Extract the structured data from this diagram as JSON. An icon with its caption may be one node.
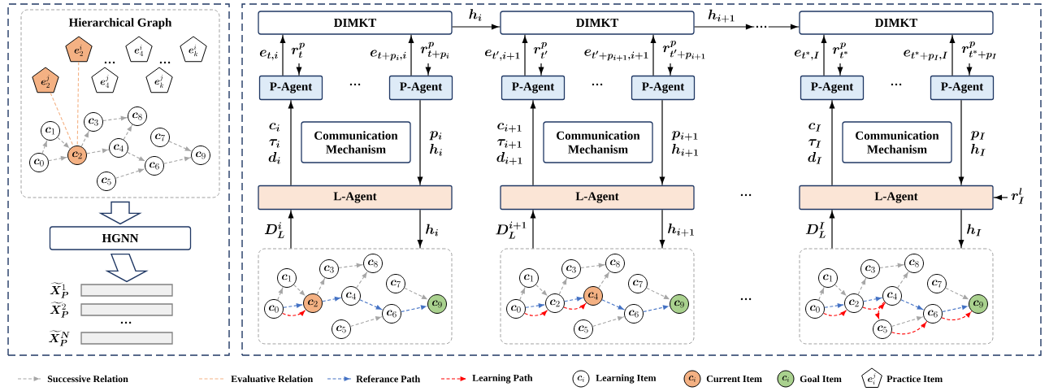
{
  "diagram": {
    "nodes": [
      {
        "text": [],
        "shape": "box"
      },
      {
        "text": [
          "Hierarchical Graph"
        ],
        "in": 0
      },
      {
        "text": [
          "\\bm{e}_{2}^{i}"
        ],
        "in": 1
      },
      {
        "text": [
          "\\bm{e}_{4}^{i}"
        ],
        "in": 1
      },
      {
        "text": [
          "\\bm{e}_{k}^{i}"
        ],
        "in": 1
      },
      {
        "text": [
          "\\bm{e}_{2}^{j}"
        ],
        "in": 1
      },
      {
        "text": [
          "\\bm{e}_{4}^{j}"
        ],
        "in": 1
      },
      {
        "text": [
          "\\bm{e}_{k}^{j}"
        ],
        "in": 1
      },
      {
        "text": [
          "\\bm{c}_{0}"
        ],
        "in": 1
      },
      {
        "text": [
          "\\bm{c}_{1}"
        ],
        "in": 1
      },
      {
        "text": [
          "\\bm{c}_{2}"
        ],
        "in": 1
      },
      {
        "text": [
          "\\bm{c}_{3}"
        ],
        "in": 1
      },
      {
        "text": [
          "\\bm{c}_{4}"
        ],
        "in": 1
      },
      {
        "text": [
          "\\bm{c}_{5}"
        ],
        "in": 1
      },
      {
        "text": [
          "\\bm{c}_{6}"
        ],
        "in": 1
      },
      {
        "text": [
          "\\bm{c}_{7}"
        ],
        "in": 1
      },
      {
        "text": [
          "\\bm{c}_{8}"
        ],
        "in": 1
      },
      {
        "text": [
          "\\bm{c}_{9}"
        ],
        "in": 1
      },
      {
        "text": [
          "HGNN"
        ],
        "in": 0
      },
      {
        "text": [],
        "shape": "bar",
        "beside": [
          "\\widetilde{\\bm{X}}_{\\bm{P}}^{1}"
        ],
        "in": 0
      },
      {
        "text": [],
        "shape": "bar",
        "beside": [
          "\\widetilde{\\bm{X}}_{\\bm{P}}^{2}"
        ],
        "in": 0
      },
      {
        "text": [],
        "shape": "bar",
        "beside": [
          "\\widetilde{\\bm{X}}_{\\bm{P}}^{\\bm{N}}"
        ],
        "in": 0
      },
      {
        "text": [],
        "shape": "box"
      },
      {
        "text": [
          "DIMKT"
        ],
        "in": 22
      },
      {
        "text": [
          "P-Agent"
        ],
        "in": 22
      },
      {
        "text": [
          "P-Agent"
        ],
        "in": 22
      },
      {
        "text": [
          "Communication Mechanism"
        ],
        "in": 22
      },
      {
        "text": [
          "L-Agent"
        ],
        "in": 22
      },
      {
        "text": [],
        "shape": "box",
        "in": 22
      },
      {
        "text": [
          "\\bm{c}_{0}"
        ],
        "in": 28
      },
      {
        "text": [
          "\\bm{c}_{1}"
        ],
        "in": 28
      },
      {
        "text": [
          "\\bm{c}_{2}"
        ],
        "in": 28
      },
      {
        "text": [
          "\\bm{c}_{3}"
        ],
        "in": 28
      },
      {
        "text": [
          "\\bm{c}_{4}"
        ],
        "in": 28
      },
      {
        "text": [
          "\\bm{c}_{5}"
        ],
        "in": 28
      },
      {
        "text": [
          "\\bm{c}_{6}"
        ],
        "in": 28
      },
      {
        "text": [
          "\\bm{c}_{7}"
        ],
        "in": 28
      },
      {
        "text": [
          "\\bm{c}_{8}"
        ],
        "in": 28
      },
      {
        "text": [
          "\\bm{c}_{9}"
        ],
        "in": 28
      },
      {
        "text": [
          "DIMKT"
        ],
        "in": 22
      },
      {
        "text": [
          "P-Agent"
        ],
        "in": 22
      },
      {
        "text": [
          "P-Agent"
        ],
        "in": 22
      },
      {
        "text": [
          "Communication Mechanism"
        ],
        "in": 22
      },
      {
        "text": [
          "L-Agent"
        ],
        "in": 22
      },
      {
        "text": [],
        "shape": "box",
        "in": 22
      },
      {
        "text": [
          "\\bm{c}_{0}"
        ],
        "in": 44
      },
      {
        "text": [
          "\\bm{c}_{1}"
        ],
        "in": 44
      },
      {
        "text": [
          "\\bm{c}_{2}"
        ],
        "in": 44
      },
      {
        "text": [
          "\\bm{c}_{3}"
        ],
        "in": 44
      },
      {
        "text": [
          "\\bm{c}_{4}"
        ],
        "in": 44
      },
      {
        "text": [
          "\\bm{c}_{5}"
        ],
        "in": 44
      },
      {
        "text": [
          "\\bm{c}_{6}"
        ],
        "in": 44
      },
      {
        "text": [
          "\\bm{c}_{7}"
        ],
        "in": 44
      },
      {
        "text": [
          "\\bm{c}_{8}"
        ],
        "in": 44
      },
      {
        "text": [
          "\\bm{c}_{9}"
        ],
        "in": 44
      },
      {
        "text": [
          "DIMKT"
        ],
        "in": 22
      },
      {
        "text": [
          "P-Agent"
        ],
        "in": 22
      },
      {
        "text": [
          "P-Agent"
        ],
        "in": 22
      },
      {
        "text": [
          "Communication Mechanism"
        ],
        "in": 22
      },
      {
        "text": [
          "L-Agent"
        ],
        "in": 22
      },
      {
        "text": [],
        "shape": "box",
        "in": 22
      },
      {
        "text": [
          "\\bm{c}_{0}"
        ],
        "in": 60
      },
      {
        "text": [
          "\\bm{c}_{1}"
        ],
        "in": 60
      },
      {
        "text": [
          "\\bm{c}_{2}"
        ],
        "in": 60
      },
      {
        "text": [
          "\\bm{c}_{3}"
        ],
        "in": 60
      },
      {
        "text": [
          "\\bm{c}_{4}"
        ],
        "in": 60
      },
      {
        "text": [
          "\\bm{c}_{5}"
        ],
        "in": 60
      },
      {
        "text": [
          "\\bm{c}_{6}"
        ],
        "in": 60
      },
      {
        "text": [
          "\\bm{c}_{7}"
        ],
        "in": 60
      },
      {
        "text": [
          "\\bm{c}_{8}"
        ],
        "in": 60
      },
      {
        "text": [
          "\\bm{c}_{9}"
        ],
        "in": 60
      },
      {
        "text": [
          "…"
        ],
        "in": 22
      }
    ],
    "edges": [
      {
        "from": 1,
        "to": 18,
        "arrow": "to",
        "color": "#203864"
      },
      {
        "from": 18,
        "to": 19,
        "arrow": "to",
        "color": "#203864"
      },
      {
        "from": 8,
        "to": 9,
        "arrow": "to",
        "style": "dashed",
        "color": "#a6a6a6"
      },
      {
        "from": 8,
        "to": 10,
        "arrow": "to",
        "style": "dashed",
        "color": "#a6a6a6"
      },
      {
        "from": 9,
        "to": 10,
        "arrow": "to",
        "style": "dashed",
        "color": "#a6a6a6"
      },
      {
        "from": 10,
        "to": 11,
        "arrow": "to",
        "style": "dashed",
        "color": "#a6a6a6"
      },
      {
        "from": 10,
        "to": 12,
        "arrow": "to",
        "style": "dashed",
        "color": "#a6a6a6"
      },
      {
        "from": 11,
        "to": 16,
        "arrow": "to",
        "style": "dashed",
        "color": "#a6a6a6"
      },
      {
        "from": 12,
        "to": 16,
        "arrow": "to",
        "style": "dashed",
        "color": "#a6a6a6"
      },
      {
        "from": 12,
        "to": 14,
        "arrow": "to",
        "style": "dashed",
        "color": "#a6a6a6"
      },
      {
        "from": 13,
        "to": 14,
        "arrow": "to",
        "style": "dashed",
        "color": "#a6a6a6"
      },
      {
        "from": 14,
        "to": 17,
        "arrow": "to",
        "style": "dashed",
        "color": "#a6a6a6"
      },
      {
        "from": 15,
        "to": 17,
        "arrow": "to",
        "style": "dashed",
        "color": "#a6a6a6"
      },
      {
        "from": 5,
        "to": 10,
        "arrow": "none",
        "style": "dashed",
        "color": "#f4b183"
      },
      {
        "from": 2,
        "to": 10,
        "arrow": "none",
        "style": "dashed",
        "color": "#f4b183"
      },
      {
        "from": 24,
        "to": 23,
        "arrow": "to",
        "color": "#000000",
        "label": "\\bm{e_{t,i}}"
      },
      {
        "from": null,
        "to": 24,
        "arrow": "to",
        "color": "#000000",
        "label": "\\bm{r_{t}^{p}}"
      },
      {
        "from": 25,
        "to": 23,
        "arrow": "to",
        "color": "#000000",
        "label": "\\bm{e_{t+p_{i},i}}"
      },
      {
        "from": null,
        "to": 25,
        "arrow": "to",
        "color": "#000000",
        "label": "\\bm{r_{t+p_{i}}^{p}}"
      },
      {
        "from": 27,
        "to": 24,
        "arrow": "to",
        "color": "#000000",
        "label": "\\begin{array}{c}\\bm{c_{i}}\\\\\\bm{\\tau_{i}}\\\\\\bm{d_{i}}\\end{array}"
      },
      {
        "from": 25,
        "to": 27,
        "arrow": "to",
        "color": "#000000",
        "label": "\\begin{array}{c}\\bm{p_{i}}\\\\\\bm{h_{i}}\\end{array}"
      },
      {
        "from": 28,
        "to": 27,
        "arrow": "to",
        "color": "#000000",
        "label": "\\bm{D_{L}^{i}}"
      },
      {
        "from": 27,
        "to": 28,
        "arrow": "to",
        "color": "#000000",
        "label": "\\bm{h_{i}}"
      },
      {
        "from": 29,
        "to": 30,
        "arrow": "to",
        "style": "dashed",
        "color": "#a6a6a6"
      },
      {
        "from": 30,
        "to": 31,
        "arrow": "to",
        "style": "dashed",
        "color": "#a6a6a6"
      },
      {
        "from": 31,
        "to": 32,
        "arrow": "to",
        "style": "dashed",
        "color": "#a6a6a6"
      },
      {
        "from": 32,
        "to": 37,
        "arrow": "to",
        "style": "dashed",
        "color": "#a6a6a6"
      },
      {
        "from": 33,
        "to": 37,
        "arrow": "to",
        "style": "dashed",
        "color": "#a6a6a6"
      },
      {
        "from": 34,
        "to": 35,
        "arrow": "to",
        "style": "dashed",
        "color": "#a6a6a6"
      },
      {
        "from": 36,
        "to": 38,
        "arrow": "to",
        "style": "dashed",
        "color": "#a6a6a6"
      },
      {
        "from": 29,
        "to": 31,
        "arrow": "to",
        "style": "dashed",
        "color": "#4472c4"
      },
      {
        "from": 31,
        "to": 33,
        "arrow": "to",
        "style": "dashed",
        "color": "#4472c4"
      },
      {
        "from": 33,
        "to": 35,
        "arrow": "to",
        "style": "dashed",
        "color": "#4472c4"
      },
      {
        "from": 35,
        "to": 38,
        "arrow": "to",
        "style": "dashed",
        "color": "#4472c4"
      },
      {
        "from": 29,
        "to": 31,
        "arrow": "to",
        "style": "dashed",
        "color": "#ff0000"
      },
      {
        "from": 40,
        "to": 39,
        "arrow": "to",
        "color": "#000000",
        "label": "\\bm{e_{t',i+1}}"
      },
      {
        "from": null,
        "to": 40,
        "arrow": "to",
        "color": "#000000",
        "label": "\\bm{r_{t'}^{p}}"
      },
      {
        "from": 41,
        "to": 39,
        "arrow": "to",
        "color": "#000000",
        "label": "\\bm{e_{t'+p_{i+1},i+1}}"
      },
      {
        "from": null,
        "to": 41,
        "arrow": "to",
        "color": "#000000",
        "label": "\\bm{r_{t'+p_{i+1}}^{p}}"
      },
      {
        "from": 43,
        "to": 40,
        "arrow": "to",
        "color": "#000000",
        "label": "\\begin{array}{c}\\bm{c_{i+1}}\\\\\\bm{\\tau_{i+1}}\\\\\\bm{d_{i+1}}\\end{array}"
      },
      {
        "from": 41,
        "to": 43,
        "arrow": "to",
        "color": "#000000",
        "label": "\\begin{array}{c}\\bm{p_{i+1}}\\\\\\bm{h_{i+1}}\\end{array}"
      },
      {
        "from": 44,
        "to": 43,
        "arrow": "to",
        "color": "#000000",
        "label": "\\bm{D_{L}^{i+1}}"
      },
      {
        "from": 43,
        "to": 44,
        "arrow": "to",
        "color": "#000000",
        "label": "\\bm{h_{i+1}}"
      },
      {
        "from": 45,
        "to": 46,
        "arrow": "to",
        "style": "dashed",
        "color": "#a6a6a6"
      },
      {
        "from": 46,
        "to": 47,
        "arrow": "to",
        "style": "dashed",
        "color": "#a6a6a6"
      },
      {
        "from": 47,
        "to": 48,
        "arrow": "to",
        "style": "dashed",
        "color": "#a6a6a6"
      },
      {
        "from": 48,
        "to": 53,
        "arrow": "to",
        "style": "dashed",
        "color": "#a6a6a6"
      },
      {
        "from": 49,
        "to": 53,
        "arrow": "to",
        "style": "dashed",
        "color": "#a6a6a6"
      },
      {
        "from": 50,
        "to": 51,
        "arrow": "to",
        "style": "dashed",
        "color": "#a6a6a6"
      },
      {
        "from": 52,
        "to": 54,
        "arrow": "to",
        "style": "dashed",
        "color": "#a6a6a6"
      },
      {
        "from": 45,
        "to": 47,
        "arrow": "to",
        "style": "dashed",
        "color": "#4472c4"
      },
      {
        "from": 47,
        "to": 49,
        "arrow": "to",
        "style": "dashed",
        "color": "#4472c4"
      },
      {
        "from": 49,
        "to": 51,
        "arrow": "to",
        "style": "dashed",
        "color": "#4472c4"
      },
      {
        "from": 51,
        "to": 54,
        "arrow": "to",
        "style": "dashed",
        "color": "#4472c4"
      },
      {
        "from": 45,
        "to": 47,
        "arrow": "to",
        "style": "dashed",
        "color": "#ff0000"
      },
      {
        "from": 47,
        "to": 49,
        "arrow": "to",
        "style": "dashed",
        "color": "#ff0000"
      },
      {
        "from": 56,
        "to": 55,
        "arrow": "to",
        "color": "#000000",
        "label": "\\bm{e_{t^{*},I}}"
      },
      {
        "from": null,
        "to": 56,
        "arrow": "to",
        "color": "#000000",
        "label": "\\bm{r_{t^{*}}^{p}}"
      },
      {
        "from": 57,
        "to": 55,
        "arrow": "to",
        "color": "#000000",
        "label": "\\bm{e_{t^{*}+p_{I},I}}"
      },
      {
        "from": null,
        "to": 57,
        "arrow": "to",
        "color": "#000000",
        "label": "\\bm{r_{t^{*}+p_{I}}^{p}}"
      },
      {
        "from": 59,
        "to": 56,
        "arrow": "to",
        "color": "#000000",
        "label": "\\begin{array}{c}\\bm{c_{I}}\\\\\\bm{\\tau_{I}}\\\\\\bm{d_{I}}\\end{array}"
      },
      {
        "from": 57,
        "to": 59,
        "arrow": "to",
        "color": "#000000",
        "label": "\\begin{array}{c}\\bm{p_{I}}\\\\\\bm{h_{I}}\\end{array}"
      },
      {
        "from": 60,
        "to": 59,
        "arrow": "to",
        "color": "#000000",
        "label": "\\bm{D_{L}^{I}}"
      },
      {
        "from": 59,
        "to": 60,
        "arrow": "to",
        "color": "#000000",
        "label": "\\bm{h_{I}}"
      },
      {
        "from": 61,
        "to": 62,
        "arrow": "to",
        "style": "dashed",
        "color": "#a6a6a6"
      },
      {
        "from": 62,
        "to": 63,
        "arrow": "to",
        "style": "dashed",
        "color": "#a6a6a6"
      },
      {
        "from": 63,
        "to": 64,
        "arrow": "to",
        "style": "dashed",
        "color": "#a6a6a6"
      },
      {
        "from": 64,
        "to": 69,
        "arrow": "to",
        "style": "dashed",
        "color": "#a6a6a6"
      },
      {
        "from": 65,
        "to": 69,
        "arrow": "to",
        "style": "dashed",
        "color": "#a6a6a6"
      },
      {
        "from": 66,
        "to": 67,
        "arrow": "to",
        "style": "dashed",
        "color": "#a6a6a6"
      },
      {
        "from": 68,
        "to": 70,
        "arrow": "to",
        "style": "dashed",
        "color": "#a6a6a6"
      },
      {
        "from": 61,
        "to": 63,
        "arrow": "to",
        "style": "dashed",
        "color": "#4472c4"
      },
      {
        "from": 63,
        "to": 65,
        "arrow": "to",
        "style": "dashed",
        "color": "#4472c4"
      },
      {
        "from": 65,
        "to": 67,
        "arrow": "to",
        "style": "dashed",
        "color": "#4472c4"
      },
      {
        "from": 67,
        "to": 70,
        "arrow": "to",
        "style": "dashed",
        "color": "#4472c4"
      },
      {
        "from": 61,
        "to": 63,
        "arrow": "to",
        "style": "dashed",
        "color": "#ff0000"
      },
      {
        "from": 63,
        "to": 65,
        "arrow": "to",
        "style": "dashed",
        "color": "#ff0000"
      },
      {
        "from": 65,
        "to": 66,
        "arrow": "to",
        "style": "dashed",
        "color": "#ff0000"
      },
      {
        "from": 66,
        "to": 67,
        "arrow": "to",
        "style": "dashed",
        "color": "#ff0000"
      },
      {
        "from": 67,
        "to": 70,
        "arrow": "to",
        "style": "dashed",
        "color": "#ff0000"
      },
      {
        "from": 23,
        "to": 39,
        "arrow": "to",
        "color": "#000000",
        "label": "\\bm{h_{i}}"
      },
      {
        "from": 39,
        "to": 71,
        "arrow": "to",
        "color": "#000000",
        "label": "\\bm{h_{i+1}}"
      },
      {
        "from": 71,
        "to": 55,
        "arrow": "to",
        "color": "#000000"
      },
      {
        "from": null,
        "to": 59,
        "arrow": "to",
        "color": "#000000",
        "label": "\\bm{r_{I}^{l}}"
      }
    ],
    "labels": [
      "…",
      "…",
      "…",
      "…",
      "…",
      "…",
      "…",
      "…",
      "\\bm{c}_{i}",
      "\\bm{c}_{i}",
      "\\bm{c}_{i}",
      "\\bm{e}_{i}^{j}"
    ],
    "legend": [
      {
        "text": "Successive Relation"
      },
      {
        "text": "Evaluative Relation"
      },
      {
        "text": "Referance Path"
      },
      {
        "text": "Learning Path"
      },
      {
        "text": "Learning Item"
      },
      {
        "text": "Current Item",
        "color": "#f4b183"
      },
      {
        "text": "Goal Item",
        "color": "#a9d18e"
      },
      {
        "text": "Practice Item"
      }
    ]
  }
}
